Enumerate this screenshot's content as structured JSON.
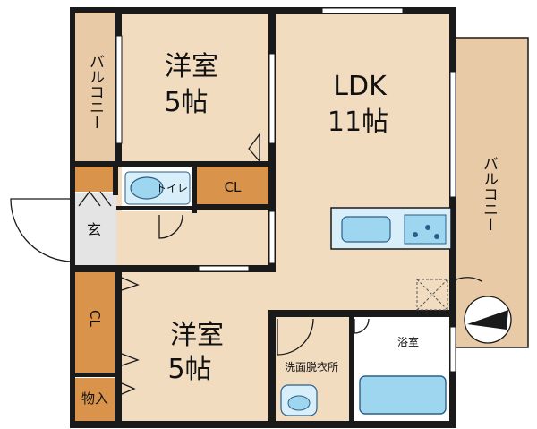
{
  "rooms": {
    "western_top": {
      "name": "洋室",
      "size": "5帖"
    },
    "ldk": {
      "name": "LDK",
      "size": "11帖"
    },
    "western_bottom": {
      "name": "洋室",
      "size": "5帖"
    },
    "balcony_left": "バルコニー",
    "balcony_right": "バルコニー",
    "toilet": "トイレ",
    "closet_top": "CL",
    "closet_left": "CL",
    "entrance": "玄",
    "storage": "物入",
    "washroom": "洗面脱衣所",
    "bathroom": "浴室"
  },
  "colors": {
    "floor": "#f2dcc0",
    "balcony": "#e9caa6",
    "closet": "#d9934a",
    "entrance": "#e4e4e4",
    "wall": "#1a1a1a",
    "fixture": "#9fd6ef",
    "fixture_stroke": "#2a5f8a"
  }
}
